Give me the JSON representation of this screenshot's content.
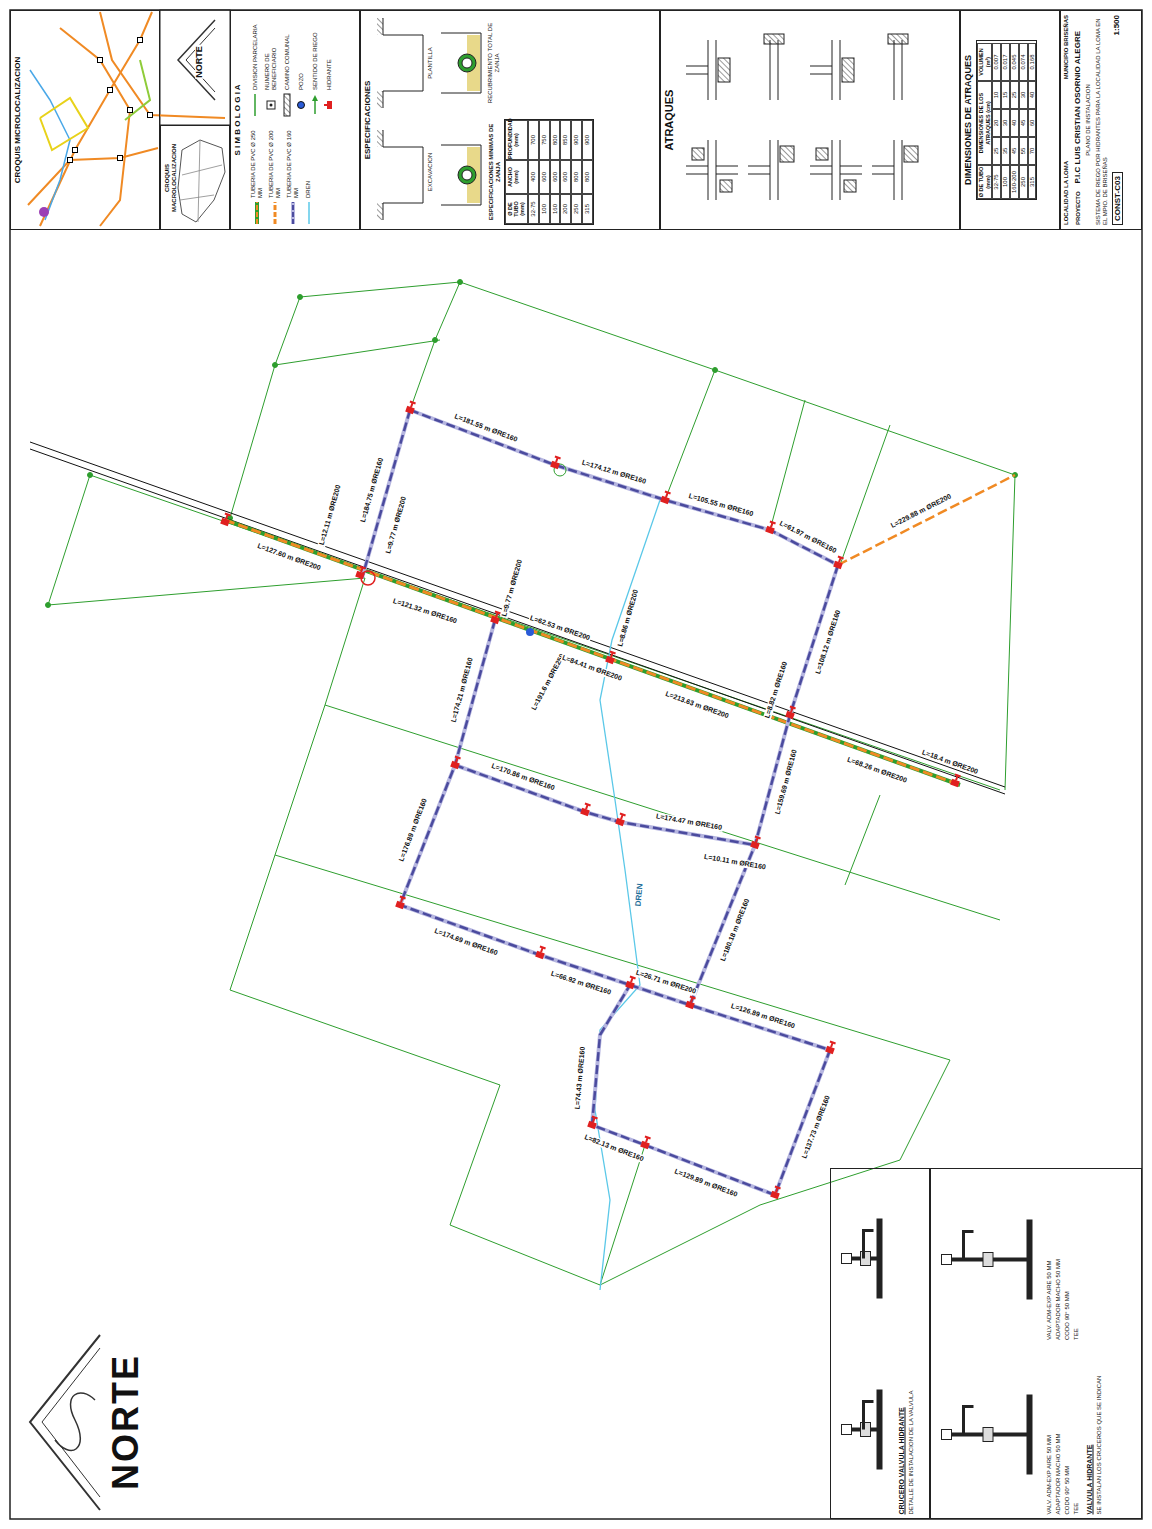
{
  "diagram": {
    "nodes": [
      {
        "text": [
          "CROQUIS MICROLOCALIZACION"
        ]
      },
      {
        "text": [
          "CROQUIS MACROLOCALIZACION"
        ]
      },
      {
        "text": [
          "S I M B O L O G I A"
        ]
      },
      {
        "text": [
          "ESPECIFICACIONES",
          "PLANTILLA",
          "EXCAVACION",
          "RECUBRIMIENTO TOTAL DE ZANJA",
          "ESPECIFICACIONES MINIMAS DE ZANJA",
          "Ø DE TUBO (mm)",
          "ANCHO (mm)",
          "PROFUNDIDAD (mm)",
          "32-75",
          "400",
          "700",
          "100",
          "600",
          "750",
          "160",
          "600",
          "800",
          "200",
          "600",
          "850",
          "250",
          "800",
          "900",
          "315",
          "800",
          "900"
        ]
      },
      {
        "text": [
          "ATRAQUES"
        ]
      },
      {
        "text": [
          "DIMENSIONES DE ATRAQUES",
          "Ø DE TUBO (mm)",
          "DIMENSIONES DE LOS ATRAQUES (cm)",
          "VOLUMEN (m³)",
          "32-75",
          "25",
          "20",
          "10",
          "0.007",
          "100",
          "35",
          "30",
          "15",
          "0.017",
          "160-200",
          "45",
          "40",
          "25",
          "0.045",
          "250",
          "55",
          "45",
          "30",
          "0.074",
          "315",
          "70",
          "60",
          "40",
          "0.168"
        ]
      },
      {
        "text": [
          "LOCALIDAD LA LOMA",
          "MUNICIPIO BRISEÑAS",
          "PROYECTO",
          "P.I.C LUIS CRISTIAN OSORNIO ALEGRE",
          "PLANO DE INSTALACION",
          "SISTEMA DE RIEGO POR HIDRANTES PARA LA LOCALIDAD LA LOMA EN EL MPIO. DE BRISEÑAS",
          "CONST-C03",
          "1:500"
        ]
      },
      {
        "text": [
          "CRUCERO VALVULA HIDRANTE",
          "DETALLE DE INSTALACION DE LA VALVULA"
        ]
      },
      {
        "text": [
          "VALV. ADM-EXP AIRE 50 MM",
          "ADAPTADOR MACHO 50 MM",
          "CODO 90° 50 MM",
          "TEE",
          "VALV. ADM-EXP AIRE 50 MM",
          "ADAPTADOR MACHO 50 MM",
          "CODO 90° 50 MM",
          "TEE",
          "VALVULA HIDRANTE",
          "SE INSTALAN LOS CRUCEROS QUE SE INDICAN"
        ]
      }
    ],
    "labels": [
      "L=184.75 m ØRE160",
      "L=181.55 m ØRE160",
      "L=174.12 m ØRE160",
      "L=105.55 m ØRE160",
      "L=61.97 m ØRE160",
      "L=229.88 m ØRE200",
      "L=127.60 m ØRE200",
      "L=12.11 m ØRE200",
      "L=9.77 m ØRE200",
      "L=121.32 m ØRE160",
      "L=9.77 m ØRE200",
      "L=62.53 m ØRE200",
      "L=191.6 m ØRE250",
      "L=8.86 m ØRE200",
      "L=84.41 m ØRE200",
      "L=213.63 m ØRE200",
      "L=8.82 m ØRE160",
      "L=108.12 m ØRE160",
      "L=68.26 m ØRE200",
      "L=18.4 m ØRE200",
      "L=174.21 m ØRE160",
      "L=170.86 m ØRE160",
      "L=174.47 m ØRE160",
      "L=159.69 m ØRE160",
      "L=10.11 m ØRE160",
      "L=176.89 m ØRE160",
      "L=174.69 m ØRE160",
      "L=180.18 m ØRE160",
      "L=66.92 m ØRE160",
      "L=26.71 m ØRE200",
      "L=126.89 m ØRE160",
      "L=137.73 m ØRE160",
      "L=129.89 m ØRE160",
      "L=82.13 m ØRE160",
      "L=74.43 m ØRE160",
      "DREN",
      "NORTE",
      "NORTE"
    ],
    "legend": [
      {
        "text": "TUBERIA DE PVC Ø 250 MM"
      },
      {
        "text": "TUBERIA DE PVC Ø 200 MM"
      },
      {
        "text": "TUBERIA DE PVC Ø 160 MM"
      },
      {
        "text": "DIVISION PARCELARIA"
      },
      {
        "text": "NUMERO DE BENEFICIARIO"
      },
      {
        "text": "CAMINO COMUNAL"
      },
      {
        "text": "POZO"
      },
      {
        "text": "DREN"
      },
      {
        "text": "SENTIDO DE RIEGO"
      },
      {
        "text": "HIDRANTE"
      }
    ]
  }
}
